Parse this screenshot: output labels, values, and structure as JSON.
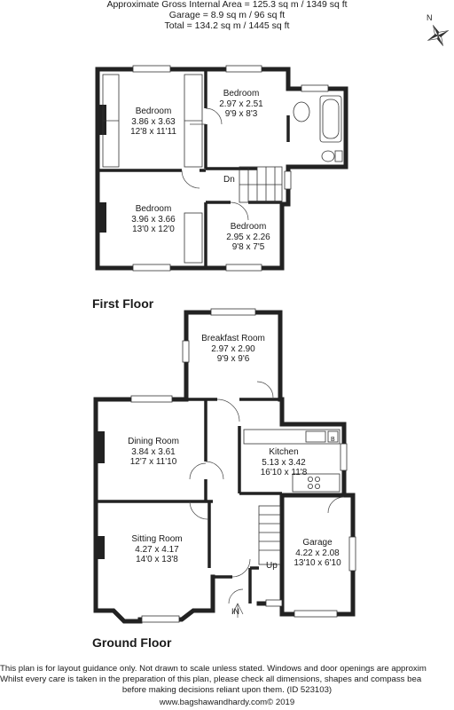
{
  "header": {
    "line1": "Approximate Gross Internal Area = 125.3 sq m / 1349 sq ft",
    "line2": "Garage = 8.9 sq m / 96 sq ft",
    "line3": "Total = 134.2 sq m / 1445 sq ft"
  },
  "compass_label": "N",
  "first_floor": {
    "title": "First Floor",
    "stair_label": "Dn",
    "rooms": [
      {
        "name": "Bedroom",
        "metric": "3.86 x 3.63",
        "imperial": "12'8 x 11'11"
      },
      {
        "name": "Bedroom",
        "metric": "2.97 x 2.51",
        "imperial": "9'9 x 8'3"
      },
      {
        "name": "Bedroom",
        "metric": "3.96 x 3.66",
        "imperial": "13'0 x 12'0"
      },
      {
        "name": "Bedroom",
        "metric": "2.95 x 2.26",
        "imperial": "9'8 x 7'5"
      }
    ]
  },
  "ground_floor": {
    "title": "Ground Floor",
    "stair_label": "Up",
    "entry_label": "IN",
    "appliance_label": "B",
    "rooms": [
      {
        "name": "Breakfast Room",
        "metric": "2.97 x 2.90",
        "imperial": "9'9 x 9'6"
      },
      {
        "name": "Dining Room",
        "metric": "3.84 x 3.61",
        "imperial": "12'7 x 11'10"
      },
      {
        "name": "Kitchen",
        "metric": "5.13 x 3.42",
        "imperial": "16'10 x 11'8"
      },
      {
        "name": "Sitting Room",
        "metric": "4.27 x 4.17",
        "imperial": "14'0 x 13'8"
      },
      {
        "name": "Garage",
        "metric": "4.22 x 2.08",
        "imperial": "13'10 x 6'10"
      }
    ]
  },
  "footer": {
    "line1": "This plan is for layout guidance only. Not drawn to scale unless stated. Windows and door openings are approxim",
    "line2": "Whilst every care is taken in the preparation of this plan, please check all dimensions, shapes and compass bea",
    "line3": "before making decisions reliant upon them. (ID 523103)",
    "line4": "www.bagshawandhardy.com© 2019"
  }
}
